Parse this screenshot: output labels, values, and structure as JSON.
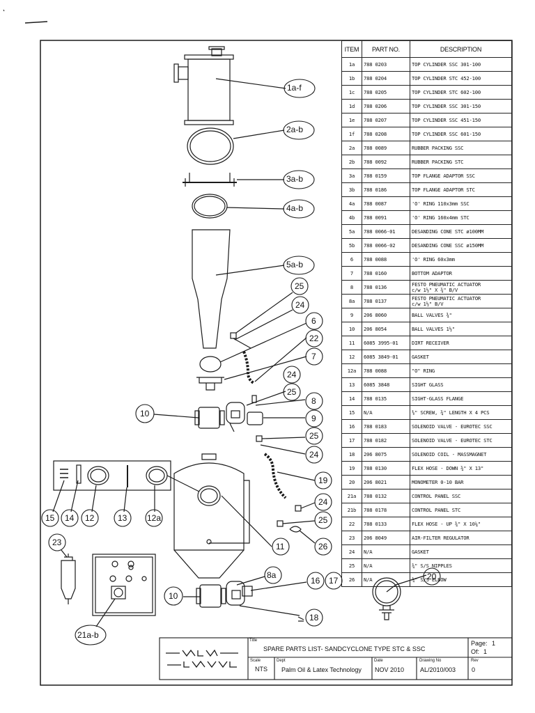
{
  "parts_table": {
    "headers": [
      "ITEM",
      "PART NO.",
      "DESCRIPTION"
    ],
    "rows": [
      {
        "item": "1a",
        "part_no": "788 0203",
        "description": "TOP CYLINDER SSC 301-100"
      },
      {
        "item": "1b",
        "part_no": "788 0204",
        "description": "TOP CYLINDER STC 452-100"
      },
      {
        "item": "1c",
        "part_no": "788 0205",
        "description": "TOP CYLINDER STC 602-100"
      },
      {
        "item": "1d",
        "part_no": "788 0206",
        "description": "TOP CYLINDER SSC 301-150"
      },
      {
        "item": "1e",
        "part_no": "788 0207",
        "description": "TOP CYLINDER SSC 451-150"
      },
      {
        "item": "1f",
        "part_no": "788 0208",
        "description": "TOP CYLINDER SSC 601-150"
      },
      {
        "item": "2a",
        "part_no": "788 0089",
        "description": "RUBBER PACKING SSC"
      },
      {
        "item": "2b",
        "part_no": "788 0092",
        "description": "RUBBER PACKING STC"
      },
      {
        "item": "3a",
        "part_no": "788 0159",
        "description": "TOP FLANGE ADAPTOR SSC"
      },
      {
        "item": "3b",
        "part_no": "788 0186",
        "description": "TOP FLANGE ADAPTOR STC"
      },
      {
        "item": "4a",
        "part_no": "788 0087",
        "description": "'O' RING 110x3mm SSC"
      },
      {
        "item": "4b",
        "part_no": "788 0091",
        "description": "'O' RING 160x4mm STC"
      },
      {
        "item": "5a",
        "part_no": "788 0066-01",
        "description": "DESANDING CONE STC ø100MM"
      },
      {
        "item": "5b",
        "part_no": "788 0066-02",
        "description": "DESANDING CONE SSC ø150MM"
      },
      {
        "item": "6",
        "part_no": "788 0088",
        "description": "'O' RING 60x3mm"
      },
      {
        "item": "7",
        "part_no": "788 0160",
        "description": "BOTTOM ADAPTOR"
      },
      {
        "item": "8",
        "part_no": "788 0136",
        "description": "FESTO PNEUMATIC ACTUATOR",
        "description2": "c/w 1½\" X ¾\" B/V"
      },
      {
        "item": "8a",
        "part_no": "788 0137",
        "description": "FESTO PNEUMATIC ACTUATOR",
        "description2": "c/w 1½\" B/V"
      },
      {
        "item": "9",
        "part_no": "206 8060",
        "description": "BALL VALVES ¾\""
      },
      {
        "item": "10",
        "part_no": "206 8054",
        "description": "BALL VALVES 1½\""
      },
      {
        "item": "11",
        "part_no": "6085 3995-01",
        "description": "DIRT RECEIVER"
      },
      {
        "item": "12",
        "part_no": "6085 3849-01",
        "description": "GASKET"
      },
      {
        "item": "12a",
        "part_no": "788 0088",
        "description": "\"O\" RING"
      },
      {
        "item": "13",
        "part_no": "6085 3848",
        "description": "SIGHT GLASS"
      },
      {
        "item": "14",
        "part_no": "788 0135",
        "description": "SIGHT-GLASS FLANGE"
      },
      {
        "item": "15",
        "part_no": "N/A",
        "description": "⅜\" SCREW, ¾\" LENGTH X 4 PCS"
      },
      {
        "item": "16",
        "part_no": "788 0183",
        "description": "SOLENOID VALVE - EUROTEC SSC"
      },
      {
        "item": "17",
        "part_no": "788 0182",
        "description": "SOLENOID VALVE - EUROTEC STC"
      },
      {
        "item": "18",
        "part_no": "206 8075",
        "description": "SOLENOID COIL - MASSMAGNET"
      },
      {
        "item": "19",
        "part_no": "788 0130",
        "description": "FLEX HOSE - DOWN ¾\" X 13\""
      },
      {
        "item": "20",
        "part_no": "206 8021",
        "description": "MONOMETER 0-10 BAR"
      },
      {
        "item": "21a",
        "part_no": "788 0132",
        "description": "CONTROL PANEL SSC"
      },
      {
        "item": "21b",
        "part_no": "788 0178",
        "description": "CONTROL PANEL STC"
      },
      {
        "item": "22",
        "part_no": "788 0133",
        "description": "FLEX HOSE - UP ¾\" X 10¼\""
      },
      {
        "item": "23",
        "part_no": "206 8049",
        "description": "AIR-FILTER REGULATOR"
      },
      {
        "item": "24",
        "part_no": "N/A",
        "description": "GASKET"
      },
      {
        "item": "25",
        "part_no": "N/A",
        "description": "¾\" S/S NIPPLES"
      },
      {
        "item": "26",
        "part_no": "N/A",
        "description": "¾\" S/S ELBOW"
      }
    ]
  },
  "callouts": [
    "1a-f",
    "2a-b",
    "3a-b",
    "4a-b",
    "5a-b",
    "25",
    "24",
    "6",
    "22",
    "7",
    "24",
    "25",
    "8",
    "10",
    "9",
    "25",
    "24",
    "19",
    "15",
    "14",
    "12",
    "13",
    "12a",
    "11",
    "24",
    "25",
    "26",
    "23",
    "8a",
    "16",
    "17",
    "10",
    "18",
    "20",
    "21a-b"
  ],
  "title_block": {
    "title_label": "Title",
    "title": "SPARE PARTS LIST- SANDCYCLONE TYPE STC & SSC",
    "page_label": "Page:",
    "page": "1",
    "of_label": "Of:",
    "of": "1",
    "scale_label": "Scale",
    "scale": "NTS",
    "dept_label": "Dept",
    "dept": "Palm Oil & Latex Technology",
    "date_label": "Date",
    "date": "NOV 2010",
    "drawing_no_label": "Drawing No",
    "drawing_no": "AL/2010/003",
    "rev_label": "Rev",
    "rev": "0"
  },
  "logo_text": "ALFA LAVAL"
}
